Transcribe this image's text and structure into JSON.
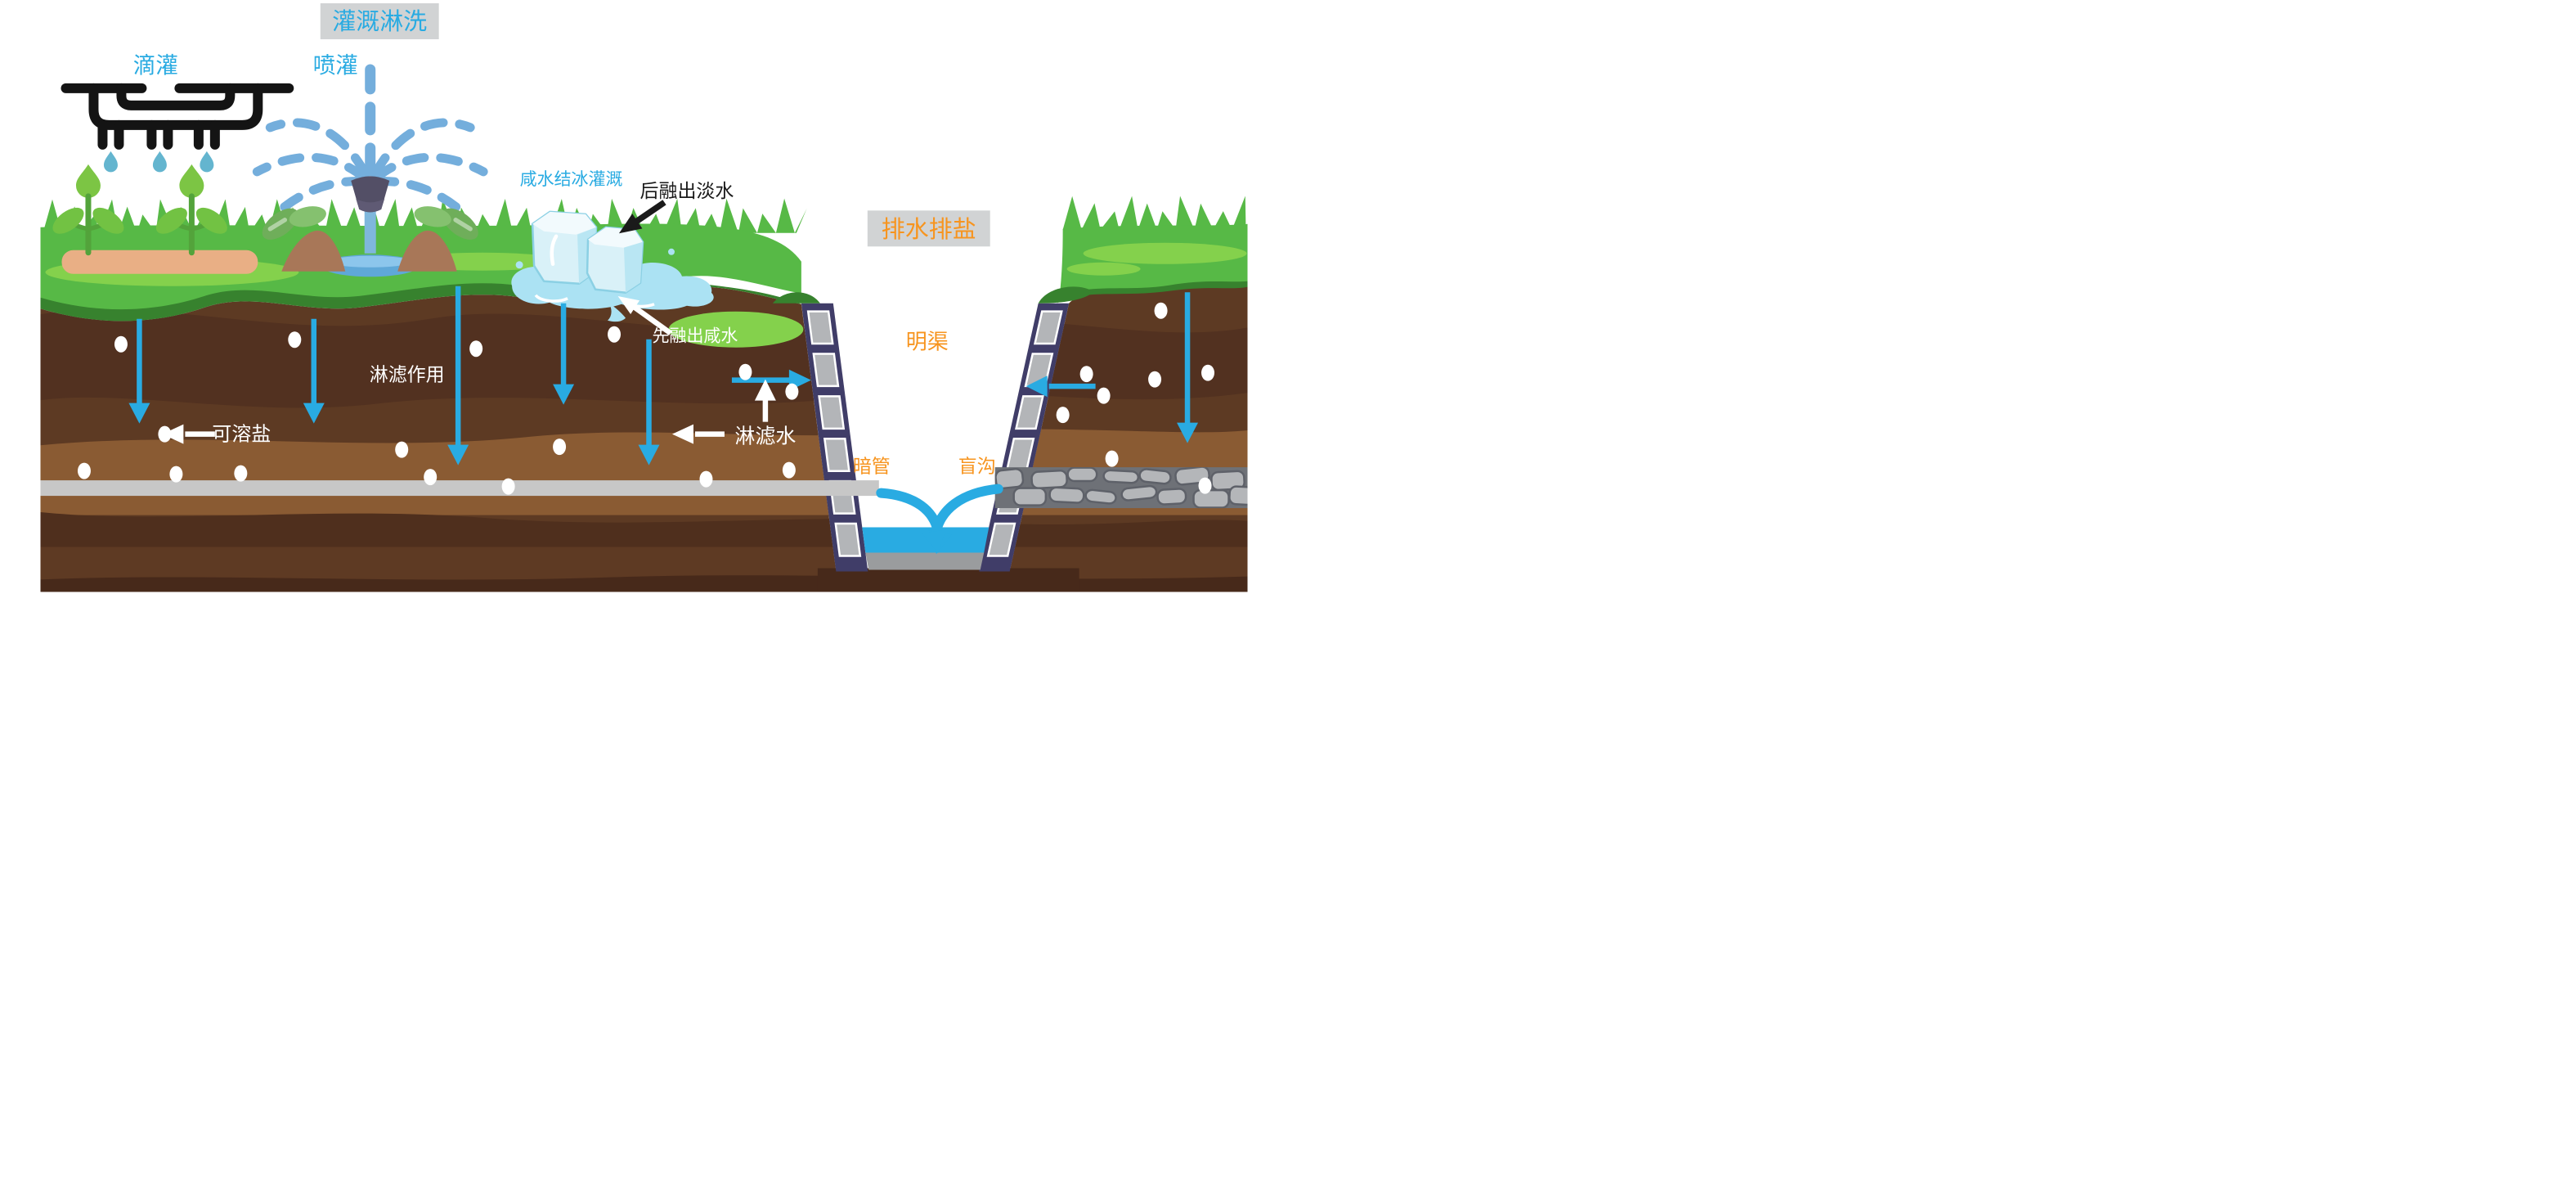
{
  "sections": {
    "irrigation_title": "灌溉淋洗",
    "drainage_title": "排水排盐"
  },
  "labels": {
    "drip_irrigation": "滴灌",
    "sprinkler_irrigation": "喷灌",
    "saline_ice_irrigation": "咸水结冰灌溉",
    "fresh_water_melts_later": "后融出淡水",
    "saline_water_melts_first": "先融出咸水",
    "leaching_effect": "淋滤作用",
    "soluble_salt": "可溶盐",
    "leaching_water": "淋滤水",
    "open_channel": "明渠",
    "buried_pipe": "暗管",
    "blind_ditch": "盲沟"
  },
  "colors": {
    "accent_blue": "#29ABE2",
    "accent_orange": "#F7941E",
    "label_box_gray": "#D1D3D4",
    "grass_green": "#57B946",
    "grass_light": "#84D14C",
    "grass_dark": "#37822E",
    "soil_brown": "#5D3A23",
    "soil_dark_patch": "#523120",
    "soil_tan": "#8A5B33",
    "soil_dark_band": "#4F2F1D",
    "soil_bottom": "#47291A",
    "pipe_gray": "#C7C7C7",
    "wall_navy": "#403D68",
    "wall_tile_gray": "#B3B5B8",
    "water_blue": "#29ABE2",
    "stone_gray": "#B4B6B9",
    "stone_bed": "#6E7177",
    "ice_blue": "#D9F1F8",
    "melt_puddle": "#ABE2F3",
    "spray_blue": "#74AEDC",
    "drop_blue": "#64B5CF",
    "plant_green": "#7CC544",
    "mound_brown": "#A87758",
    "soil_bed_tan": "#E9AF85",
    "salt_dot": "#FFFFFF"
  }
}
